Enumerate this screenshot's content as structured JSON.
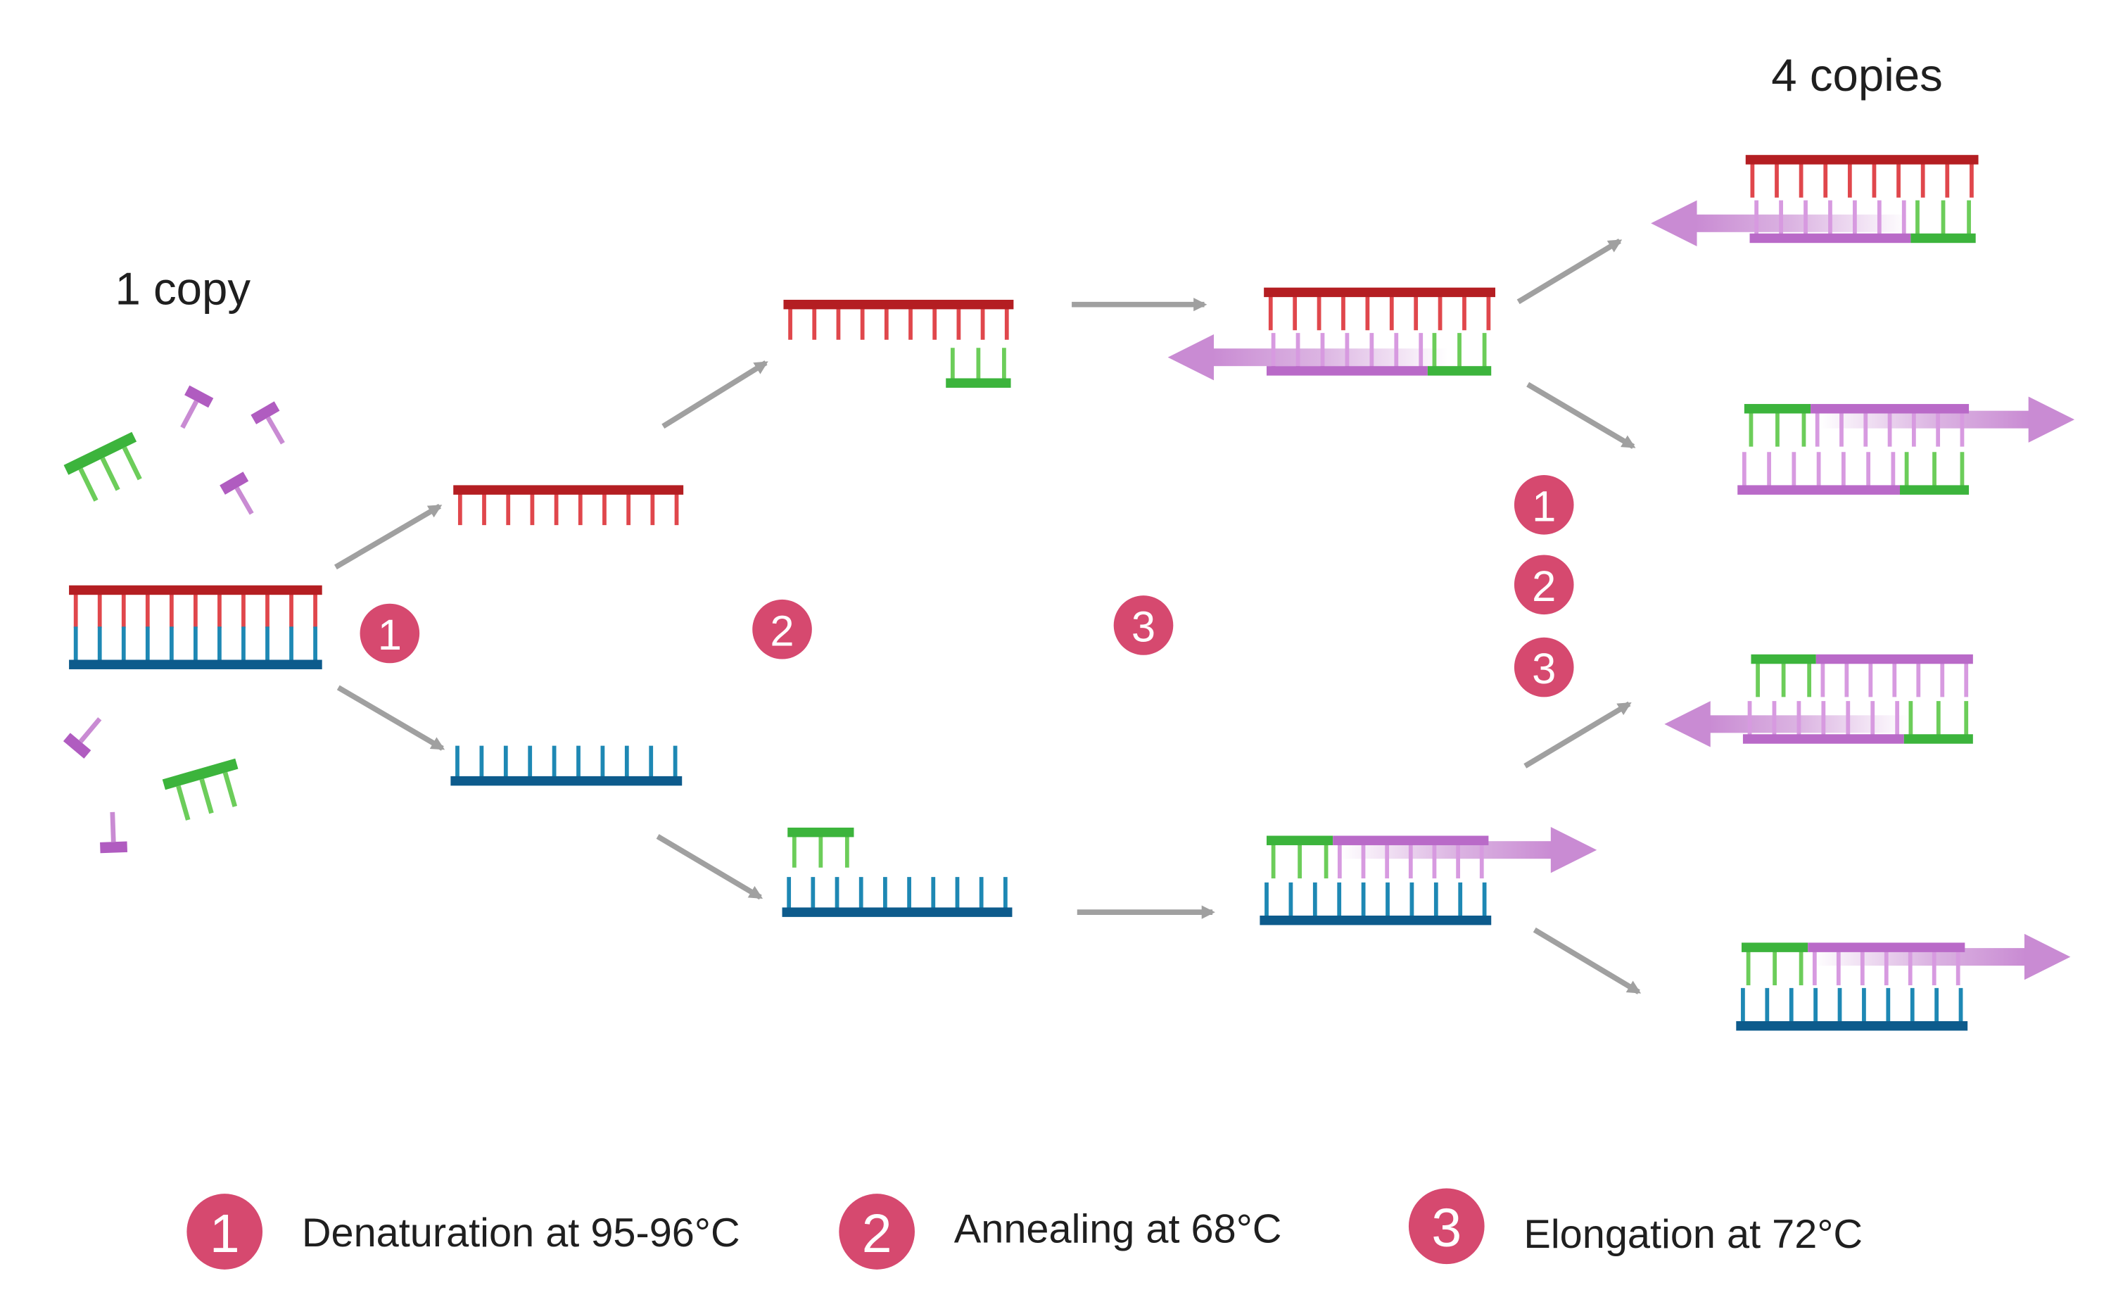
{
  "labels": {
    "one_copy": "1 copy",
    "four_copies": "4 copies"
  },
  "steps": [
    {
      "number": "1",
      "text": "Denaturation at 95-96°C"
    },
    {
      "number": "2",
      "text": "Annealing at 68°C"
    },
    {
      "number": "3",
      "text": "Elongation at 72°C"
    }
  ],
  "colors": {
    "template_top": "#b41e22",
    "template_top_teeth": "#e0474c",
    "template_bottom": "#0d5b8c",
    "template_bottom_teeth": "#1e88b4",
    "primer": "#3cb43c",
    "primer_teeth": "#6ccd5a",
    "nucleotide": "#b05cc0",
    "new_strand": "#b96ac8",
    "new_strand_teeth": "#d79ae0",
    "arrow_grey": "#a0a0a0",
    "badge": "#d6496f"
  }
}
